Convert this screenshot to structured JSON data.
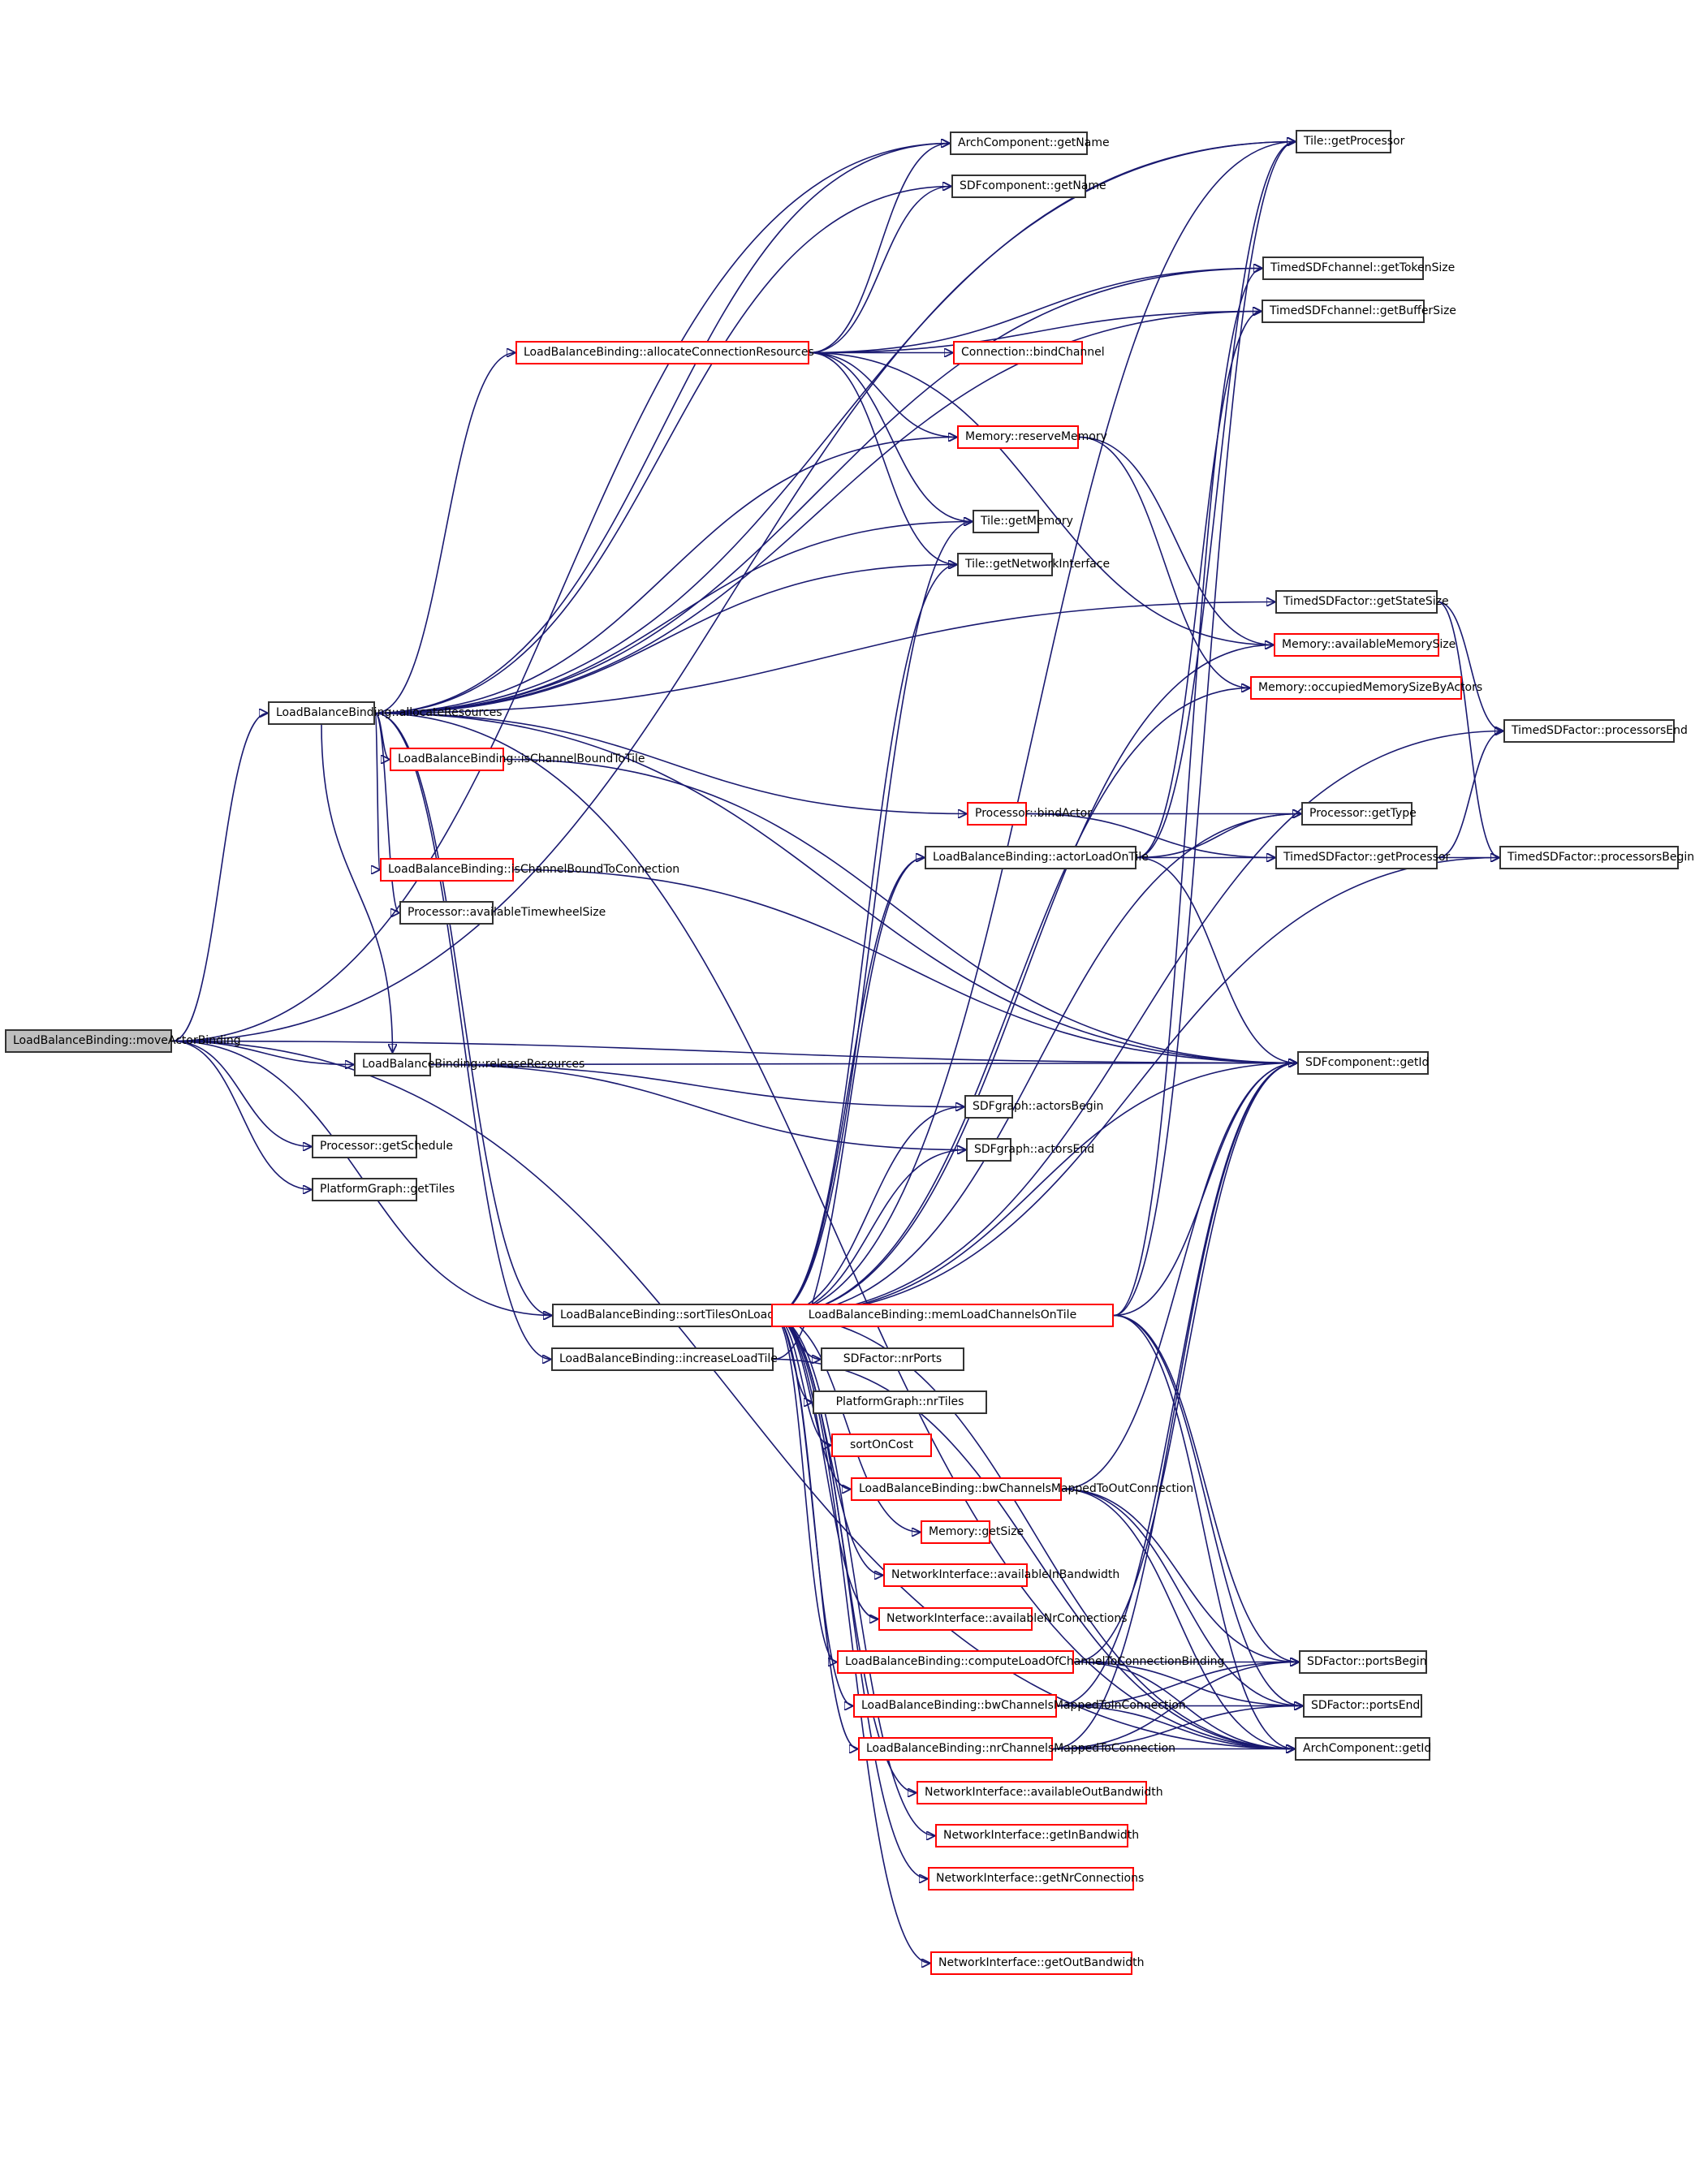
{
  "diagram": {
    "type": "call-graph",
    "root": "LoadBalanceBinding::moveActorBinding",
    "colors": {
      "edge": "#191970",
      "node_border": "#333333",
      "truncated_border": "#ff0000",
      "root_fill": "#bfbfbf"
    },
    "nodes": {
      "moveActorBinding": {
        "label": "LoadBalanceBinding::moveActorBinding",
        "style": "root"
      },
      "allocateResources": {
        "label": "LoadBalanceBinding::allocateResources",
        "style": "normal"
      },
      "getSchedule": {
        "label": "Processor::getSchedule",
        "style": "normal"
      },
      "getTiles": {
        "label": "PlatformGraph::getTiles",
        "style": "normal"
      },
      "releaseResources": {
        "label": "LoadBalanceBinding::releaseResources",
        "style": "normal"
      },
      "sortTilesOnLoad": {
        "label": "LoadBalanceBinding::sortTilesOnLoad",
        "style": "normal"
      },
      "increaseLoadTile": {
        "label": "LoadBalanceBinding::increaseLoadTile",
        "style": "normal"
      },
      "allocateConnectionResources": {
        "label": "LoadBalanceBinding::allocateConnectionResources",
        "style": "truncated"
      },
      "isChannelBoundToTile": {
        "label": "LoadBalanceBinding::isChannelBoundToTile",
        "style": "truncated"
      },
      "isChannelBoundToConnection": {
        "label": "LoadBalanceBinding::isChannelBoundToConnection",
        "style": "truncated"
      },
      "availableTimewheelSize": {
        "label": "Processor::availableTimewheelSize",
        "style": "normal"
      },
      "archGetName": {
        "label": "ArchComponent::getName",
        "style": "normal"
      },
      "sdfGetName": {
        "label": "SDFcomponent::getName",
        "style": "normal"
      },
      "bindChannel": {
        "label": "Connection::bindChannel",
        "style": "truncated"
      },
      "reserveMemory": {
        "label": "Memory::reserveMemory",
        "style": "truncated"
      },
      "tileGetMemory": {
        "label": "Tile::getMemory",
        "style": "normal"
      },
      "tileGetNI": {
        "label": "Tile::getNetworkInterface",
        "style": "normal"
      },
      "bindActor": {
        "label": "Processor::bindActor",
        "style": "truncated"
      },
      "actorLoadOnTile": {
        "label": "LoadBalanceBinding::actorLoadOnTile",
        "style": "normal"
      },
      "actorsBegin": {
        "label": "SDFgraph::actorsBegin",
        "style": "normal"
      },
      "actorsEnd": {
        "label": "SDFgraph::actorsEnd",
        "style": "normal"
      },
      "memLoadChannelsOnTile": {
        "label": "LoadBalanceBinding::memLoadChannelsOnTile",
        "style": "truncated"
      },
      "nrPorts": {
        "label": "SDFactor::nrPorts",
        "style": "normal"
      },
      "nrTiles": {
        "label": "PlatformGraph::nrTiles",
        "style": "normal"
      },
      "sortOnCost": {
        "label": "sortOnCost",
        "style": "truncated"
      },
      "bwOut": {
        "label": "LoadBalanceBinding::bwChannelsMappedToOutConnection",
        "style": "truncated"
      },
      "memGetSize": {
        "label": "Memory::getSize",
        "style": "truncated"
      },
      "availInBw": {
        "label": "NetworkInterface::availableInBandwidth",
        "style": "truncated"
      },
      "availNrConn": {
        "label": "NetworkInterface::availableNrConnections",
        "style": "truncated"
      },
      "computeLoad": {
        "label": "LoadBalanceBinding::computeLoadOfChannelToConnectionBinding",
        "style": "truncated"
      },
      "bwIn": {
        "label": "LoadBalanceBinding::bwChannelsMappedToInConnection",
        "style": "truncated"
      },
      "nrChannels": {
        "label": "LoadBalanceBinding::nrChannelsMappedToConnection",
        "style": "truncated"
      },
      "availOutBw": {
        "label": "NetworkInterface::availableOutBandwidth",
        "style": "truncated"
      },
      "getInBw": {
        "label": "NetworkInterface::getInBandwidth",
        "style": "truncated"
      },
      "getNrConn": {
        "label": "NetworkInterface::getNrConnections",
        "style": "truncated"
      },
      "getOutBw": {
        "label": "NetworkInterface::getOutBandwidth",
        "style": "truncated"
      },
      "tileGetProcessor": {
        "label": "Tile::getProcessor",
        "style": "normal"
      },
      "getTokenSize": {
        "label": "TimedSDFchannel::getTokenSize",
        "style": "normal"
      },
      "getBufferSize": {
        "label": "TimedSDFchannel::getBufferSize",
        "style": "normal"
      },
      "getStateSize": {
        "label": "TimedSDFactor::getStateSize",
        "style": "normal"
      },
      "availMemSize": {
        "label": "Memory::availableMemorySize",
        "style": "truncated"
      },
      "occMemSize": {
        "label": "Memory::occupiedMemorySizeByActors",
        "style": "truncated"
      },
      "processorsEnd": {
        "label": "TimedSDFactor::processorsEnd",
        "style": "normal"
      },
      "procGetType": {
        "label": "Processor::getType",
        "style": "normal"
      },
      "actorGetProcessor": {
        "label": "TimedSDFactor::getProcessor",
        "style": "normal"
      },
      "processorsBegin": {
        "label": "TimedSDFactor::processorsBegin",
        "style": "normal"
      },
      "sdfGetId": {
        "label": "SDFcomponent::getId",
        "style": "normal"
      },
      "portsBegin": {
        "label": "SDFactor::portsBegin",
        "style": "normal"
      },
      "portsEnd": {
        "label": "SDFactor::portsEnd",
        "style": "normal"
      },
      "archGetId": {
        "label": "ArchComponent::getId",
        "style": "normal"
      }
    },
    "edges": [
      [
        "moveActorBinding",
        "allocateResources"
      ],
      [
        "moveActorBinding",
        "releaseResources"
      ],
      [
        "moveActorBinding",
        "sortTilesOnLoad"
      ],
      [
        "moveActorBinding",
        "getSchedule"
      ],
      [
        "moveActorBinding",
        "getTiles"
      ],
      [
        "moveActorBinding",
        "sdfGetId"
      ],
      [
        "moveActorBinding",
        "archGetName"
      ],
      [
        "moveActorBinding",
        "tileGetProcessor"
      ],
      [
        "moveActorBinding",
        "archGetId"
      ],
      [
        "allocateResources",
        "allocateConnectionResources"
      ],
      [
        "allocateResources",
        "isChannelBoundToTile"
      ],
      [
        "allocateResources",
        "isChannelBoundToConnection"
      ],
      [
        "allocateResources",
        "availableTimewheelSize"
      ],
      [
        "allocateResources",
        "archGetName"
      ],
      [
        "allocateResources",
        "sdfGetName"
      ],
      [
        "allocateResources",
        "tileGetProcessor"
      ],
      [
        "allocateResources",
        "getTokenSize"
      ],
      [
        "allocateResources",
        "getBufferSize"
      ],
      [
        "allocateResources",
        "reserveMemory"
      ],
      [
        "allocateResources",
        "tileGetMemory"
      ],
      [
        "allocateResources",
        "tileGetNI"
      ],
      [
        "allocateResources",
        "getStateSize"
      ],
      [
        "allocateResources",
        "bindActor"
      ],
      [
        "allocateResources",
        "sdfGetId"
      ],
      [
        "allocateResources",
        "releaseResources"
      ],
      [
        "allocateResources",
        "sortTilesOnLoad"
      ],
      [
        "allocateResources",
        "increaseLoadTile"
      ],
      [
        "allocateResources",
        "archGetId"
      ],
      [
        "allocateConnectionResources",
        "bindChannel"
      ],
      [
        "allocateConnectionResources",
        "reserveMemory"
      ],
      [
        "allocateConnectionResources",
        "archGetName"
      ],
      [
        "allocateConnectionResources",
        "sdfGetName"
      ],
      [
        "allocateConnectionResources",
        "getTokenSize"
      ],
      [
        "allocateConnectionResources",
        "getBufferSize"
      ],
      [
        "allocateConnectionResources",
        "tileGetMemory"
      ],
      [
        "allocateConnectionResources",
        "tileGetNI"
      ],
      [
        "allocateConnectionResources",
        "availMemSize"
      ],
      [
        "isChannelBoundToTile",
        "sdfGetId"
      ],
      [
        "isChannelBoundToConnection",
        "sdfGetId"
      ],
      [
        "releaseResources",
        "sdfGetId"
      ],
      [
        "releaseResources",
        "actorsBegin"
      ],
      [
        "releaseResources",
        "actorsEnd"
      ],
      [
        "sortTilesOnLoad",
        "memLoadChannelsOnTile"
      ],
      [
        "sortTilesOnLoad",
        "nrPorts"
      ],
      [
        "sortTilesOnLoad",
        "nrTiles"
      ],
      [
        "sortTilesOnLoad",
        "sortOnCost"
      ],
      [
        "sortTilesOnLoad",
        "bwOut"
      ],
      [
        "sortTilesOnLoad",
        "memGetSize"
      ],
      [
        "sortTilesOnLoad",
        "availInBw"
      ],
      [
        "sortTilesOnLoad",
        "availNrConn"
      ],
      [
        "sortTilesOnLoad",
        "computeLoad"
      ],
      [
        "sortTilesOnLoad",
        "bwIn"
      ],
      [
        "sortTilesOnLoad",
        "nrChannels"
      ],
      [
        "sortTilesOnLoad",
        "availOutBw"
      ],
      [
        "sortTilesOnLoad",
        "getInBw"
      ],
      [
        "sortTilesOnLoad",
        "getNrConn"
      ],
      [
        "sortTilesOnLoad",
        "getOutBw"
      ],
      [
        "sortTilesOnLoad",
        "actorLoadOnTile"
      ],
      [
        "sortTilesOnLoad",
        "actorsBegin"
      ],
      [
        "sortTilesOnLoad",
        "actorsEnd"
      ],
      [
        "sortTilesOnLoad",
        "tileGetMemory"
      ],
      [
        "sortTilesOnLoad",
        "tileGetNI"
      ],
      [
        "sortTilesOnLoad",
        "tileGetProcessor"
      ],
      [
        "sortTilesOnLoad",
        "availMemSize"
      ],
      [
        "sortTilesOnLoad",
        "occMemSize"
      ],
      [
        "sortTilesOnLoad",
        "processorsEnd"
      ],
      [
        "sortTilesOnLoad",
        "procGetType"
      ],
      [
        "sortTilesOnLoad",
        "sdfGetId"
      ],
      [
        "sortTilesOnLoad",
        "processorsBegin"
      ],
      [
        "sortTilesOnLoad",
        "archGetId"
      ],
      [
        "increaseLoadTile",
        "actorLoadOnTile"
      ],
      [
        "increaseLoadTile",
        "archGetId"
      ],
      [
        "bindActor",
        "procGetType"
      ],
      [
        "bindActor",
        "actorGetProcessor"
      ],
      [
        "actorLoadOnTile",
        "procGetType"
      ],
      [
        "actorLoadOnTile",
        "actorGetProcessor"
      ],
      [
        "actorLoadOnTile",
        "tileGetProcessor"
      ],
      [
        "actorLoadOnTile",
        "getBufferSize"
      ],
      [
        "actorLoadOnTile",
        "sdfGetId"
      ],
      [
        "reserveMemory",
        "availMemSize"
      ],
      [
        "reserveMemory",
        "occMemSize"
      ],
      [
        "getStateSize",
        "processorsEnd"
      ],
      [
        "getStateSize",
        "processorsBegin"
      ],
      [
        "actorGetProcessor",
        "processorsEnd"
      ],
      [
        "actorGetProcessor",
        "processorsBegin"
      ],
      [
        "memLoadChannelsOnTile",
        "tileGetProcessor"
      ],
      [
        "memLoadChannelsOnTile",
        "getTokenSize"
      ],
      [
        "memLoadChannelsOnTile",
        "sdfGetId"
      ],
      [
        "memLoadChannelsOnTile",
        "portsBegin"
      ],
      [
        "memLoadChannelsOnTile",
        "portsEnd"
      ],
      [
        "memLoadChannelsOnTile",
        "archGetId"
      ],
      [
        "bwOut",
        "portsBegin"
      ],
      [
        "bwOut",
        "portsEnd"
      ],
      [
        "bwOut",
        "archGetId"
      ],
      [
        "bwOut",
        "sdfGetId"
      ],
      [
        "computeLoad",
        "portsBegin"
      ],
      [
        "computeLoad",
        "portsEnd"
      ],
      [
        "computeLoad",
        "archGetId"
      ],
      [
        "computeLoad",
        "sdfGetId"
      ],
      [
        "bwIn",
        "portsBegin"
      ],
      [
        "bwIn",
        "portsEnd"
      ],
      [
        "bwIn",
        "archGetId"
      ],
      [
        "bwIn",
        "sdfGetId"
      ],
      [
        "nrChannels",
        "portsBegin"
      ],
      [
        "nrChannels",
        "portsEnd"
      ],
      [
        "nrChannels",
        "archGetId"
      ],
      [
        "nrChannels",
        "sdfGetId"
      ]
    ]
  }
}
